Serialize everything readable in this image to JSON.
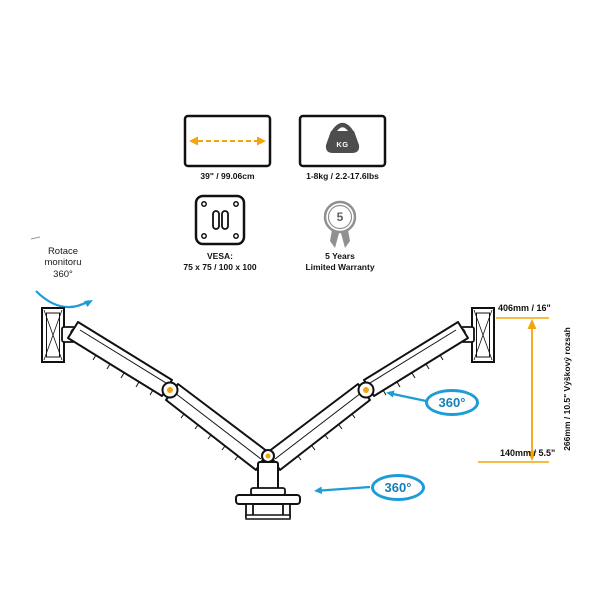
{
  "icons": {
    "screen_size": {
      "label": "39\" / 99.06cm"
    },
    "weight": {
      "badge": "KG",
      "label": "1-8kg / 2.2-17.6lbs"
    },
    "vesa": {
      "title": "VESA:",
      "values": "75 x 75 / 100 x 100"
    },
    "warranty": {
      "badge": "5",
      "line1": "5 Years",
      "line2": "Limited Warranty"
    }
  },
  "monitor_rotation": {
    "line1": "Rotace",
    "line2": "monitoru",
    "line3": "360°"
  },
  "dimensions": {
    "max_height": "406mm / 16\"",
    "min_height": "140mm / 5.5\"",
    "height_range": "266mm / 10.5\"  Výškový rozsah"
  },
  "rotation_badges": {
    "arm": "360°",
    "base": "360°"
  },
  "colors": {
    "accent_orange": "#F2A50C",
    "accent_blue": "#1E9CD7",
    "line": "#111111"
  }
}
